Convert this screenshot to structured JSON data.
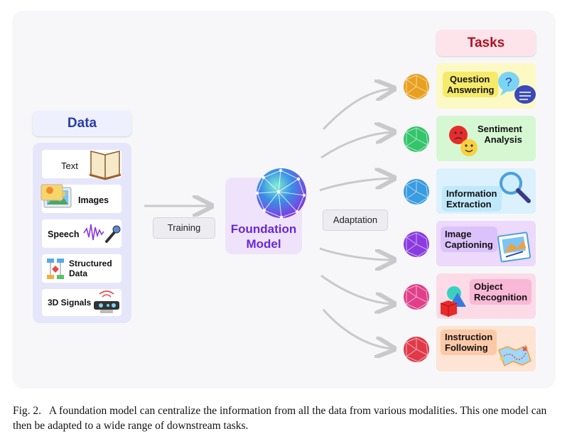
{
  "data_panel": {
    "title": "Data",
    "items": [
      "Text",
      "Images",
      "Speech",
      "Structured Data",
      "3D Signals"
    ]
  },
  "training_label": "Training",
  "model": {
    "line1": "Foundation",
    "line2": "Model"
  },
  "adaptation_label": "Adaptation",
  "tasks_panel": {
    "title": "Tasks",
    "items": [
      {
        "line1": "Question",
        "line2": "Answering"
      },
      {
        "line1": "Sentiment",
        "line2": "Analysis"
      },
      {
        "line1": "Information",
        "line2": "Extraction"
      },
      {
        "line1": "Image",
        "line2": "Captioning"
      },
      {
        "line1": "Object",
        "line2": "Recognition"
      },
      {
        "line1": "Instruction",
        "line2": "Following"
      }
    ]
  },
  "caption": {
    "label": "Fig. 2.",
    "text": "A foundation model can centralize the information from all the data from various modalities. This one model can then be adapted to a wide range of downstream tasks."
  },
  "colors": {
    "data_header_bg": "#eef1fd",
    "data_header_text": "#2a3ba8",
    "data_panel_bg": "#e6e6fb",
    "model_bg": "#efe3fb",
    "model_text": "#6a28d6",
    "tasks_header_bg": "#fde3ea",
    "tasks_header_text": "#b01020",
    "task_bg": [
      "#fcf9c4",
      "#d5f7d2",
      "#dbf1fd",
      "#ecd9fb",
      "#fcdbe7",
      "#fde4d4"
    ],
    "task_label_bg": [
      "#f6ea6a",
      "#d5f7d2",
      "#bfe8fb",
      "#dcc2fb",
      "#f8b8d6",
      "#fbc9a8"
    ],
    "orb_colors": [
      "#e8a020",
      "#34c46a",
      "#3a9be0",
      "#8a3be0",
      "#e0408a",
      "#e03a4a"
    ]
  },
  "icons": [
    "book-icon",
    "photo-icon",
    "mic-waveform-icon",
    "flowchart-icon",
    "sensor-device-icon",
    "question-bubble-icon",
    "emoji-faces-icon",
    "magnifier-icon",
    "picture-card-icon",
    "shapes-icon",
    "map-icon"
  ]
}
